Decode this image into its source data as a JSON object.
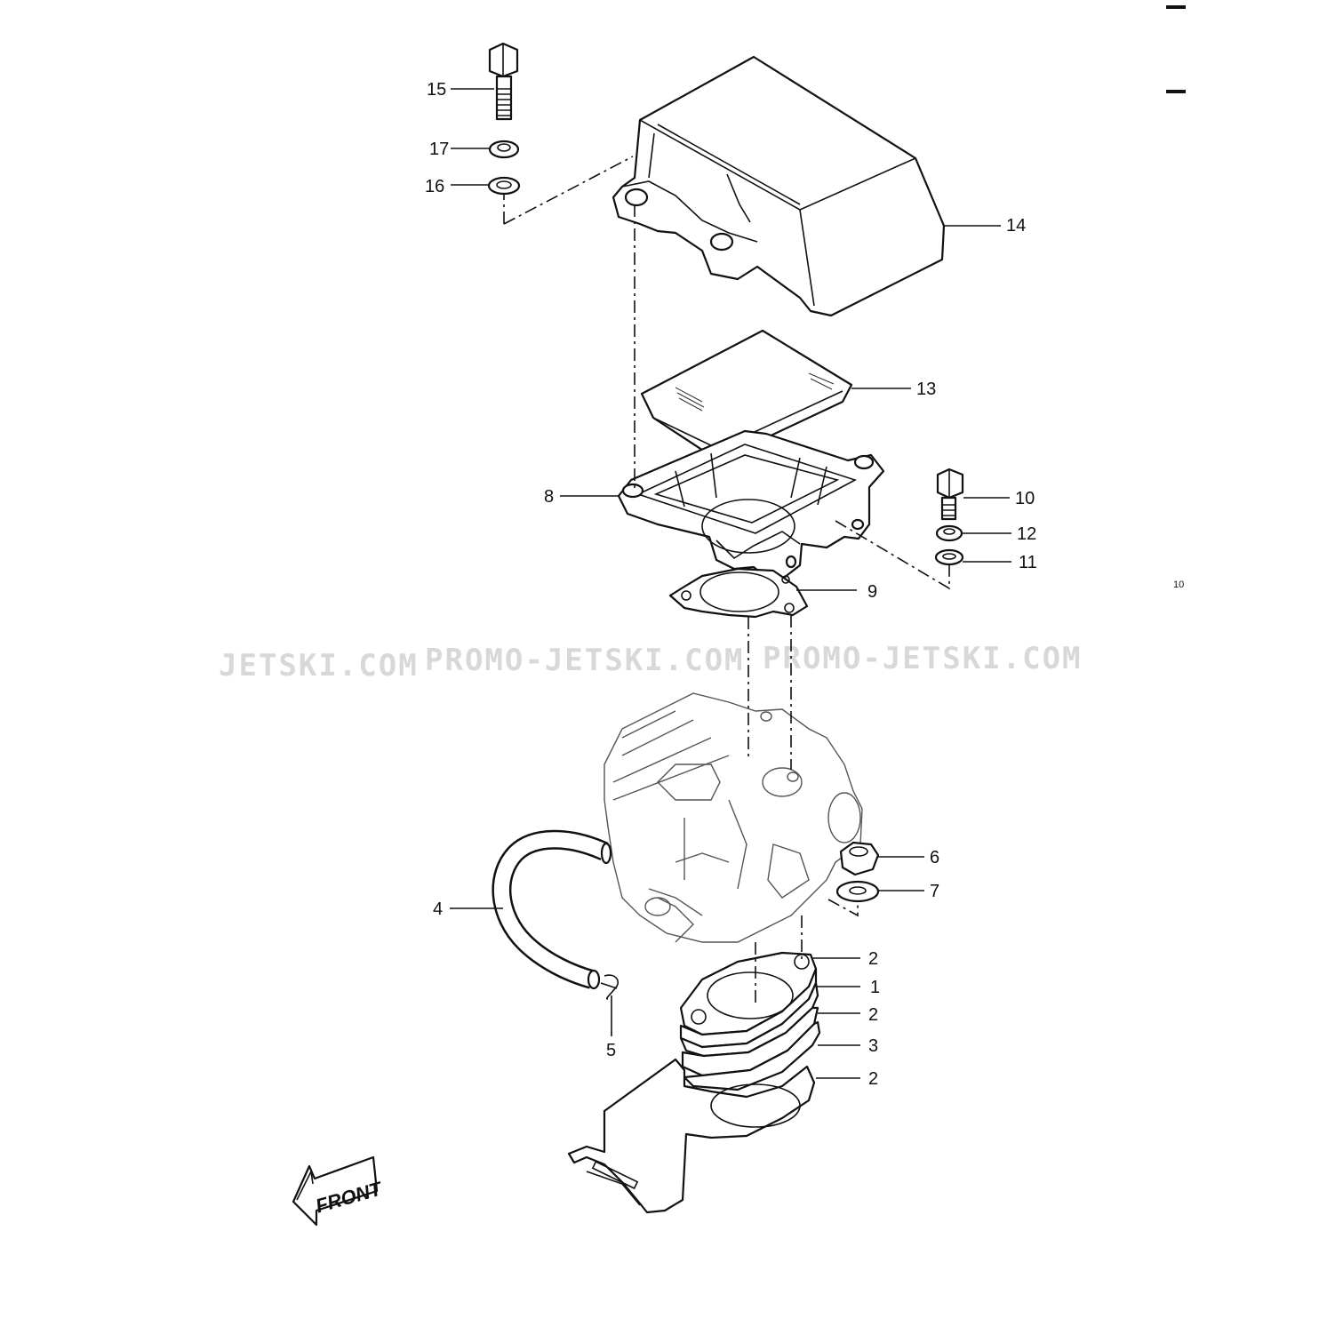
{
  "watermarks": [
    "JETSKI.COM",
    "PROMO-JETSKI.COM",
    "PROMO-JETSKI.COM"
  ],
  "corner_mark": "10",
  "front_label": "FRONT",
  "callouts": [
    "1",
    "2",
    "2",
    "2",
    "3",
    "4",
    "5",
    "6",
    "7",
    "8",
    "9",
    "10",
    "11",
    "12",
    "13",
    "14",
    "15",
    "16",
    "17"
  ],
  "parts": [
    "bolt-15",
    "washer-17",
    "washer-16",
    "cover-14",
    "filter-13",
    "base-8",
    "gasket-9",
    "bolt-10",
    "washer-12",
    "washer-11",
    "carburetor",
    "hose-4",
    "clip-5",
    "nut-6",
    "washer-7",
    "insulator-1",
    "gasket-2",
    "plate-3",
    "bracket"
  ]
}
